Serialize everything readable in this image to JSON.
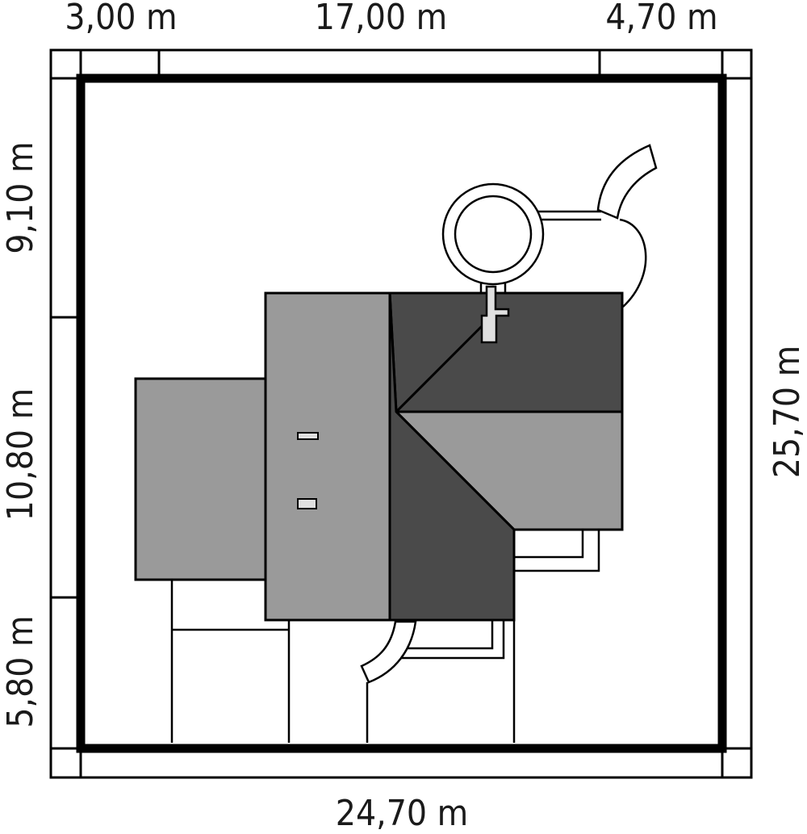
{
  "dimensions": {
    "top": [
      "3,00 m",
      "17,00 m",
      "4,70 m"
    ],
    "bottom": "24,70 m",
    "left": [
      "9,10 m",
      "10,80 m",
      "5,80 m"
    ],
    "right": "25,70 m"
  },
  "colors": {
    "plot_boundary": "#000000",
    "roof_light": "#9a9a9a",
    "roof_dark": "#4a4a4a",
    "chimney": "#e0e0e0",
    "line": "#000000",
    "background": "#ffffff"
  }
}
